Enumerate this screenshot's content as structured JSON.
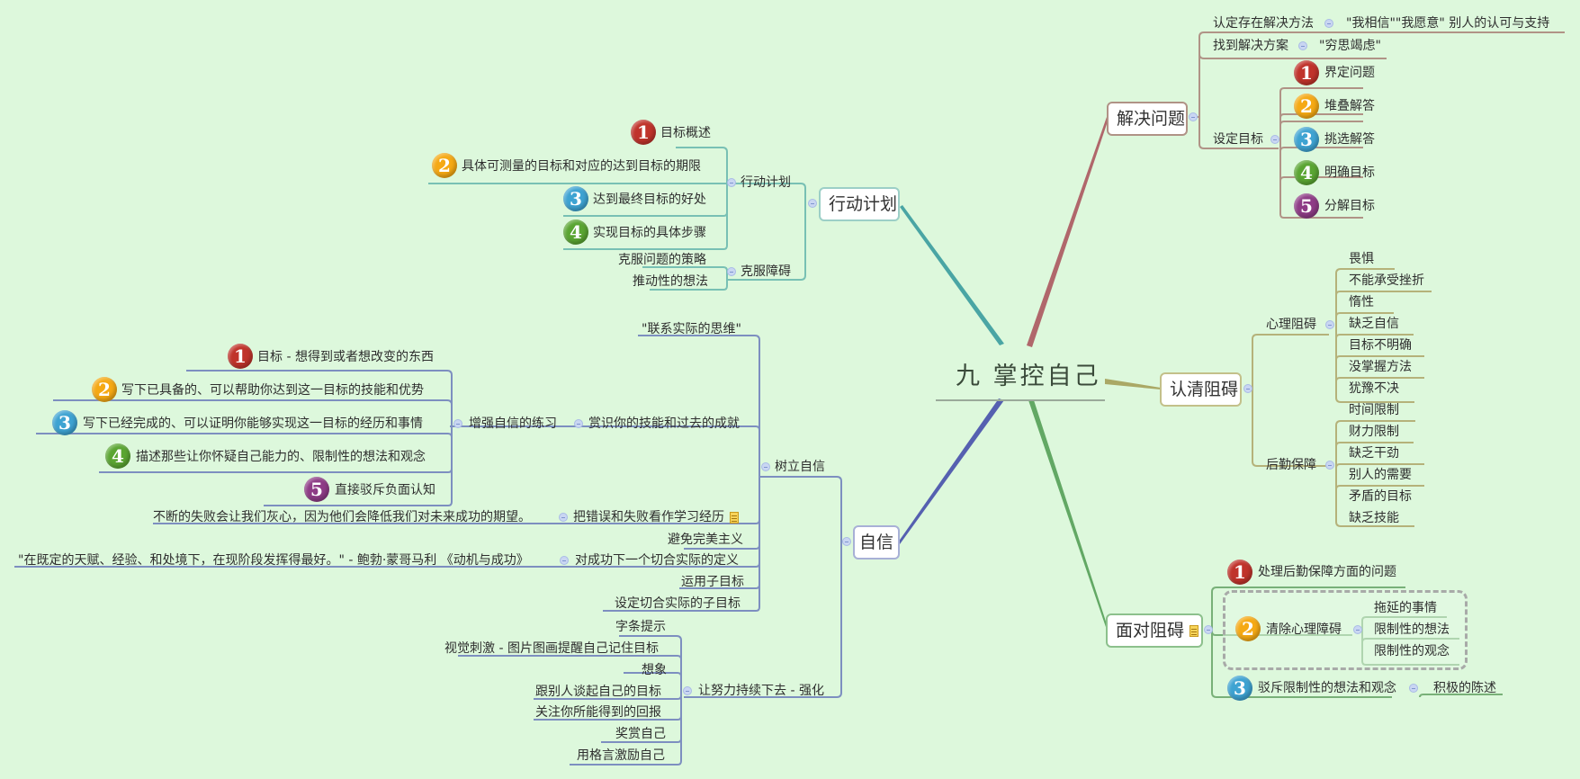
{
  "central": {
    "title": "九 掌控自己"
  },
  "colors": {
    "background": "#ddf8dc",
    "branch_solve": "#b0676b",
    "branch_identify": "#aaa865",
    "branch_face": "#62a864",
    "branch_plan": "#4aa5a4",
    "branch_confidence": "#5560b0",
    "num1": "#c0332b",
    "num2": "#f5a914",
    "num3": "#3ea3d2",
    "num4": "#5aa532",
    "num5": "#8e3c86"
  },
  "branches": {
    "solve": {
      "label": "解决问题",
      "children": [
        {
          "label": "认定存在解决方法",
          "child": "\"我相信\"\"我愿意\" 别人的认可与支持"
        },
        {
          "label": "找到解决方案",
          "child": "\"穷思竭虑\""
        },
        {
          "label": "设定目标",
          "steps": [
            {
              "n": "1",
              "label": "界定问题"
            },
            {
              "n": "2",
              "label": "堆叠解答"
            },
            {
              "n": "3",
              "label": "挑选解答"
            },
            {
              "n": "4",
              "label": "明确目标"
            },
            {
              "n": "5",
              "label": "分解目标"
            }
          ]
        }
      ]
    },
    "identify": {
      "label": "认清阻碍",
      "psych": {
        "label": "心理阻碍",
        "items": [
          "畏惧",
          "不能承受挫折",
          "惰性",
          "缺乏自信",
          "目标不明确",
          "没掌握方法",
          "犹豫不决"
        ]
      },
      "logistics": {
        "label": "后勤保障",
        "items": [
          "时间限制",
          "财力限制",
          "缺乏干劲",
          "别人的需要",
          "矛盾的目标",
          "缺乏技能"
        ]
      }
    },
    "face": {
      "label": "面对阻碍",
      "items": [
        {
          "n": "1",
          "label": "处理后勤保障方面的问题"
        },
        {
          "n": "2",
          "label": "清除心理障碍",
          "children": [
            "拖延的事情",
            "限制性的想法",
            "限制性的观念"
          ]
        },
        {
          "n": "3",
          "label": "驳斥限制性的想法和观念",
          "child": "积极的陈述"
        }
      ]
    },
    "plan": {
      "label": "行动计划",
      "action": {
        "label": "行动计划",
        "steps": [
          {
            "n": "1",
            "label": "目标概述"
          },
          {
            "n": "2",
            "label": "具体可测量的目标和对应的达到目标的期限"
          },
          {
            "n": "3",
            "label": "达到最终目标的好处"
          },
          {
            "n": "4",
            "label": "实现目标的具体步骤"
          }
        ]
      },
      "overcome": {
        "label": "克服障碍",
        "items": [
          "克服问题的策略",
          "推动性的想法"
        ]
      }
    },
    "confidence": {
      "label": "自信",
      "build": {
        "label": "树立自信",
        "realistic": "\"联系实际的思维\"",
        "appreciate": {
          "label": "赏识你的技能和过去的成就",
          "exercise": {
            "label": "增强自信的练习",
            "steps": [
              {
                "n": "1",
                "label": "目标 - 想得到或者想改变的东西"
              },
              {
                "n": "2",
                "label": "写下已具备的、可以帮助你达到这一目标的技能和优势"
              },
              {
                "n": "3",
                "label": "写下已经完成的、可以证明你能够实现这一目标的经历和事情"
              },
              {
                "n": "4",
                "label": "描述那些让你怀疑自己能力的、限制性的想法和观念"
              },
              {
                "n": "5",
                "label": "直接驳斥负面认知"
              }
            ]
          }
        },
        "mistakes": {
          "label": "把错误和失败看作学习经历",
          "child": "不断的失败会让我们灰心，因为他们会降低我们对未来成功的期望。"
        },
        "perfection": "避免完美主义",
        "define": {
          "label": "对成功下一个切合实际的定义",
          "child": "\"在既定的天赋、经验、和处境下，在现阶段发挥得最好。\" - 鲍勃·蒙哥马利 《动机与成功》"
        },
        "subgoals": "运用子目标",
        "setsub": "设定切合实际的子目标"
      },
      "sustain": {
        "label": "让努力持续下去 - 强化",
        "items": [
          "字条提示",
          "视觉刺激 - 图片图画提醒自己记住目标",
          "想象",
          "跟别人谈起自己的目标",
          "关注你所能得到的回报",
          "奖赏自己",
          "用格言激励自己"
        ]
      }
    }
  }
}
